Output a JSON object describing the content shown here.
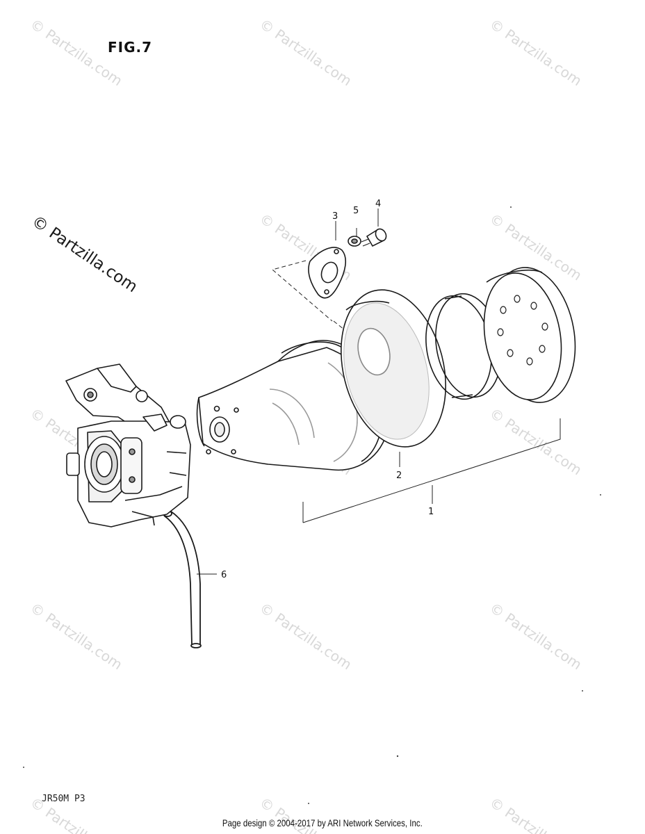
{
  "figure": {
    "title": "FIG.7",
    "model_code": "JR50M P3"
  },
  "callouts": [
    "1",
    "2",
    "3",
    "4",
    "5",
    "6"
  ],
  "watermark": {
    "text": "© Partzilla.com"
  },
  "footer": {
    "text": "Page design © 2004-2017 by ARI Network Services, Inc."
  }
}
